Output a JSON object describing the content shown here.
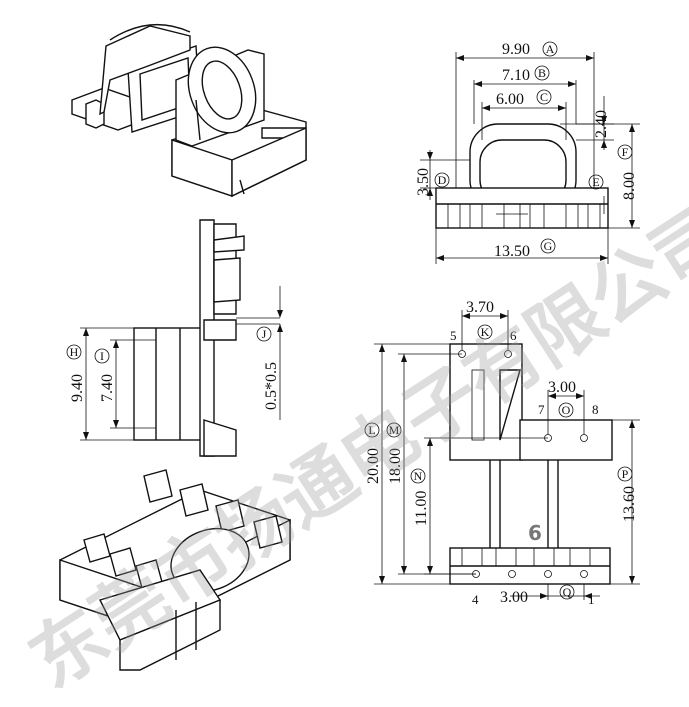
{
  "drawing": {
    "sheet_number": "6",
    "watermark": "东莞市扬通电子有限公司"
  },
  "dimensions": {
    "A": {
      "value": "9.90",
      "letter": "A"
    },
    "B": {
      "value": "7.10",
      "letter": "B"
    },
    "C": {
      "value": "6.00",
      "letter": "C"
    },
    "D": {
      "value": "3.50",
      "letter": "D"
    },
    "E": {
      "value": "2.40",
      "letter": "E"
    },
    "F": {
      "value": "8.00",
      "letter": "F"
    },
    "G": {
      "value": "13.50",
      "letter": "G"
    },
    "H": {
      "value": "9.40",
      "letter": "H"
    },
    "I": {
      "value": "7.40",
      "letter": "I"
    },
    "J": {
      "value": "0.5*0.5",
      "letter": "J"
    },
    "K": {
      "value": "3.70",
      "letter": "K"
    },
    "L": {
      "value": "20.00",
      "letter": "L"
    },
    "M": {
      "value": "18.00",
      "letter": "M"
    },
    "N": {
      "value": "11.00",
      "letter": "N"
    },
    "O": {
      "value": "3.00",
      "letter": "O"
    },
    "P": {
      "value": "13.60",
      "letter": "P"
    },
    "Q": {
      "value": "3.00",
      "letter": "Q"
    }
  },
  "pins": [
    "5",
    "6",
    "7",
    "8",
    "4",
    "1"
  ]
}
